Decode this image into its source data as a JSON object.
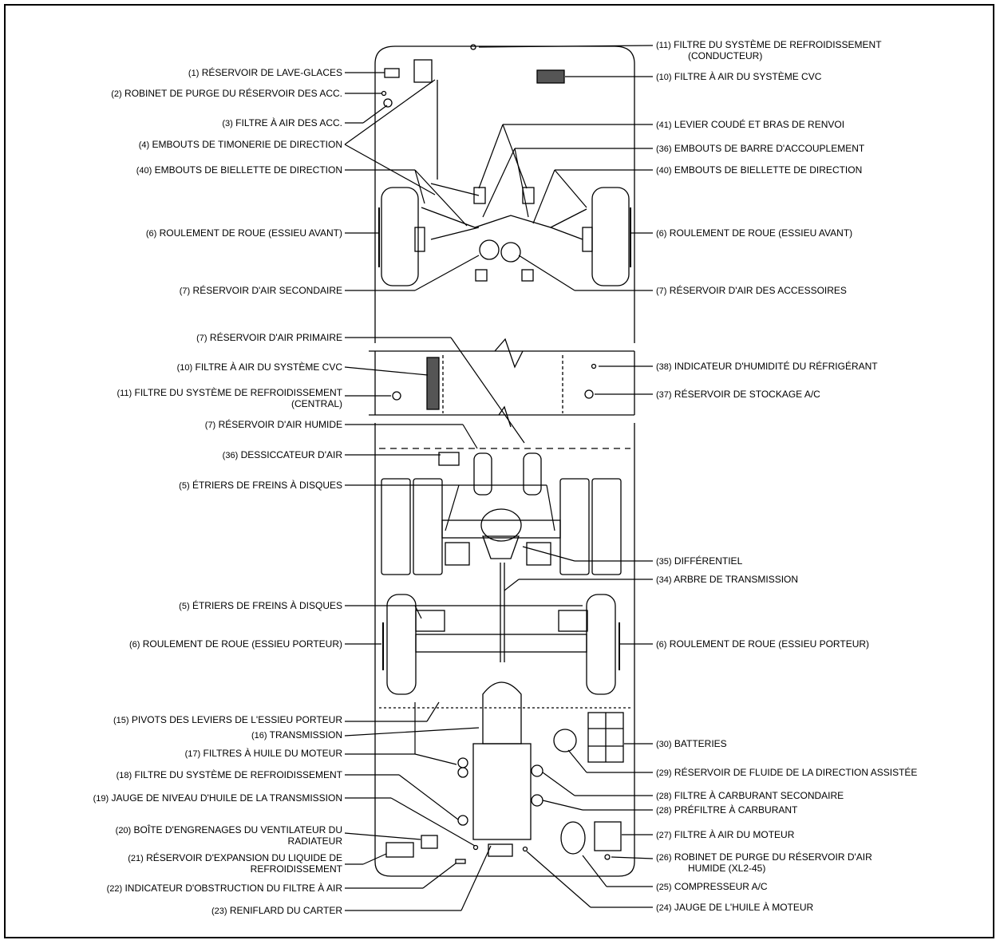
{
  "labels_left": [
    {
      "id": "l1",
      "num": "(1)",
      "text": "RÉSERVOIR DE LAVE-GLACES"
    },
    {
      "id": "l2",
      "num": "(2)",
      "text": "ROBINET DE PURGE DU RÉSERVOIR DES ACC."
    },
    {
      "id": "l3",
      "num": "(3)",
      "text": "FILTRE À AIR DES ACC."
    },
    {
      "id": "l4",
      "num": "(4)",
      "text": "EMBOUTS DE TIMONERIE DE DIRECTION"
    },
    {
      "id": "l5",
      "num": "(40)",
      "text": "EMBOUTS DE BIELLETTE DE DIRECTION"
    },
    {
      "id": "l6",
      "num": "(6)",
      "text": "ROULEMENT DE ROUE (ESSIEU AVANT)"
    },
    {
      "id": "l7",
      "num": "(7)",
      "text": "RÉSERVOIR D'AIR SECONDAIRE"
    },
    {
      "id": "l8",
      "num": "(7)",
      "text": "RÉSERVOIR D'AIR PRIMAIRE"
    },
    {
      "id": "l9",
      "num": "(10)",
      "text": "FILTRE À AIR DU SYSTÈME CVC"
    },
    {
      "id": "l10",
      "num": "(11)",
      "text": "FILTRE DU SYSTÈME DE REFROIDISSEMENT",
      "line2": "(CENTRAL)"
    },
    {
      "id": "l11",
      "num": "(7)",
      "text": "RÉSERVOIR D'AIR HUMIDE"
    },
    {
      "id": "l12",
      "num": "(36)",
      "text": "DESSICCATEUR D'AIR"
    },
    {
      "id": "l13",
      "num": "(5)",
      "text": "ÉTRIERS DE FREINS À DISQUES"
    },
    {
      "id": "l14",
      "num": "(5)",
      "text": "ÉTRIERS DE FREINS À DISQUES"
    },
    {
      "id": "l15",
      "num": "(6)",
      "text": "ROULEMENT DE ROUE (ESSIEU PORTEUR)"
    },
    {
      "id": "l16",
      "num": "(15)",
      "text": "PIVOTS DES LEVIERS DE L'ESSIEU PORTEUR"
    },
    {
      "id": "l17",
      "num": "(16)",
      "text": "TRANSMISSION"
    },
    {
      "id": "l18",
      "num": "(17)",
      "text": "FILTRES À HUILE DU MOTEUR"
    },
    {
      "id": "l19",
      "num": "(18)",
      "text": "FILTRE DU SYSTÈME DE REFROIDISSEMENT"
    },
    {
      "id": "l20",
      "num": "(19)",
      "text": "JAUGE DE NIVEAU D'HUILE DE LA TRANSMISSION"
    },
    {
      "id": "l21",
      "num": "(20)",
      "text": "BOÎTE D'ENGRENAGES DU VENTILATEUR DU",
      "line2": "RADIATEUR"
    },
    {
      "id": "l22",
      "num": "(21)",
      "text": "RÉSERVOIR D'EXPANSION DU LIQUIDE DE",
      "line2": "REFROIDISSEMENT"
    },
    {
      "id": "l23",
      "num": "(22)",
      "text": "INDICATEUR D'OBSTRUCTION DU FILTRE À AIR"
    },
    {
      "id": "l24",
      "num": "(23)",
      "text": "RENIFLARD DU CARTER"
    }
  ],
  "labels_right": [
    {
      "id": "r1",
      "num": "(11)",
      "text": "FILTRE DU SYSTÈME DE REFROIDISSEMENT",
      "line2": "(CONDUCTEUR)"
    },
    {
      "id": "r2",
      "num": "(10)",
      "text": "FILTRE À AIR DU SYSTÈME CVC"
    },
    {
      "id": "r3",
      "num": "(41)",
      "text": "LEVIER COUDÉ ET BRAS DE RENVOI"
    },
    {
      "id": "r4",
      "num": "(36)",
      "text": "EMBOUTS DE BARRE D'ACCOUPLEMENT"
    },
    {
      "id": "r5",
      "num": "(40)",
      "text": "EMBOUTS DE BIELLETTE DE DIRECTION"
    },
    {
      "id": "r6",
      "num": "(6)",
      "text": "ROULEMENT DE ROUE (ESSIEU AVANT)"
    },
    {
      "id": "r7",
      "num": "(7)",
      "text": "RÉSERVOIR D'AIR DES ACCESSOIRES"
    },
    {
      "id": "r8",
      "num": "(38)",
      "text": "INDICATEUR D'HUMIDITÉ DU RÉFRIGÉRANT"
    },
    {
      "id": "r9",
      "num": "(37)",
      "text": "RÉSERVOIR DE STOCKAGE A/C"
    },
    {
      "id": "r10",
      "num": "(35)",
      "text": "DIFFÉRENTIEL"
    },
    {
      "id": "r11",
      "num": "(34)",
      "text": "ARBRE DE TRANSMISSION"
    },
    {
      "id": "r12",
      "num": "(6)",
      "text": "ROULEMENT DE ROUE (ESSIEU PORTEUR)"
    },
    {
      "id": "r13",
      "num": "(30)",
      "text": "BATTERIES"
    },
    {
      "id": "r14",
      "num": "(29)",
      "text": "RÉSERVOIR DE FLUIDE DE LA DIRECTION ASSISTÉE"
    },
    {
      "id": "r15",
      "num": "(28)",
      "text": "FILTRE À CARBURANT SECONDAIRE"
    },
    {
      "id": "r16",
      "num": "(28)",
      "text": "PRÉFILTRE À CARBURANT"
    },
    {
      "id": "r17",
      "num": "(27)",
      "text": "FILTRE À AIR DU MOTEUR"
    },
    {
      "id": "r18",
      "num": "(26)",
      "text": "ROBINET DE PURGE DU RÉSERVOIR D'AIR",
      "line2": "HUMIDE (XL2-45)"
    },
    {
      "id": "r19",
      "num": "(25)",
      "text": "COMPRESSEUR A/C"
    },
    {
      "id": "r20",
      "num": "(24)",
      "text": "JAUGE DE L'HUILE À MOTEUR"
    }
  ]
}
